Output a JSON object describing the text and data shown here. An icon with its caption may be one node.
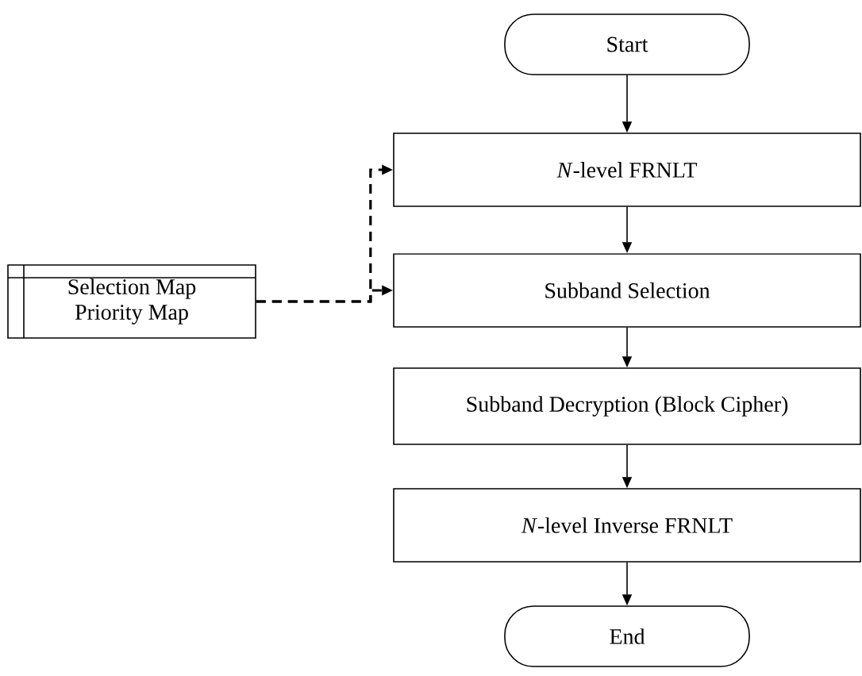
{
  "diagram": {
    "nodes": [
      {
        "text": [
          "Start"
        ]
      },
      {
        "text": [
          "*N*-level FRNLT"
        ]
      },
      {
        "text": [
          "Subband Selection"
        ]
      },
      {
        "text": [
          "Subband Decryption (Block Cipher)"
        ]
      },
      {
        "text": [
          "*N*-level Inverse FRNLT"
        ]
      },
      {
        "text": [
          "End"
        ]
      },
      {
        "text": [
          "Selection Map",
          "Priority Map"
        ]
      }
    ],
    "edges": [
      {
        "from": 0,
        "to": 1,
        "arrow": "to"
      },
      {
        "from": 1,
        "to": 2,
        "arrow": "to"
      },
      {
        "from": 2,
        "to": 3,
        "arrow": "to"
      },
      {
        "from": 3,
        "to": 4,
        "arrow": "to"
      },
      {
        "from": 4,
        "to": 5,
        "arrow": "to"
      },
      {
        "from": 6,
        "to": 1,
        "arrow": "to",
        "style": "dashed"
      },
      {
        "from": 6,
        "to": 2,
        "arrow": "to",
        "style": "dashed"
      }
    ]
  }
}
